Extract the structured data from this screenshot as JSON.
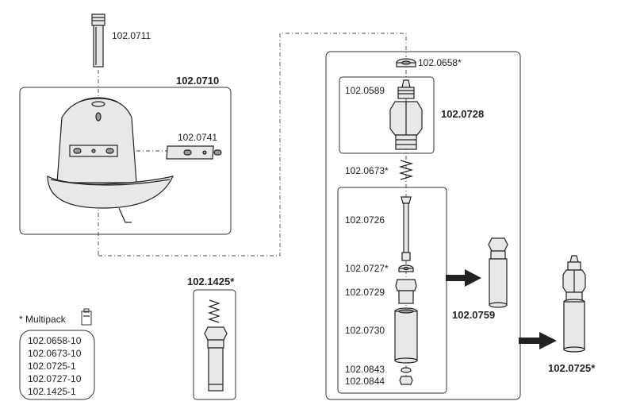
{
  "parts": {
    "p0711": "102.0711",
    "p0710": "102.0710",
    "p0741": "102.0741",
    "p1425": "102.1425*",
    "p0658": "102.0658*",
    "p0589": "102.0589",
    "p0728": "102.0728",
    "p0673": "102.0673*",
    "p0726": "102.0726",
    "p0727": "102.0727*",
    "p0729": "102.0729",
    "p0730": "102.0730",
    "p0843": "102.0843",
    "p0844": "102.0844",
    "p0759": "102.0759",
    "p0725": "102.0725*"
  },
  "multipack": {
    "title": "* Multipack",
    "items": [
      "102.0658-10",
      "102.0673-10",
      "102.0725-1",
      "102.0727-10",
      "102.1425-1"
    ]
  }
}
